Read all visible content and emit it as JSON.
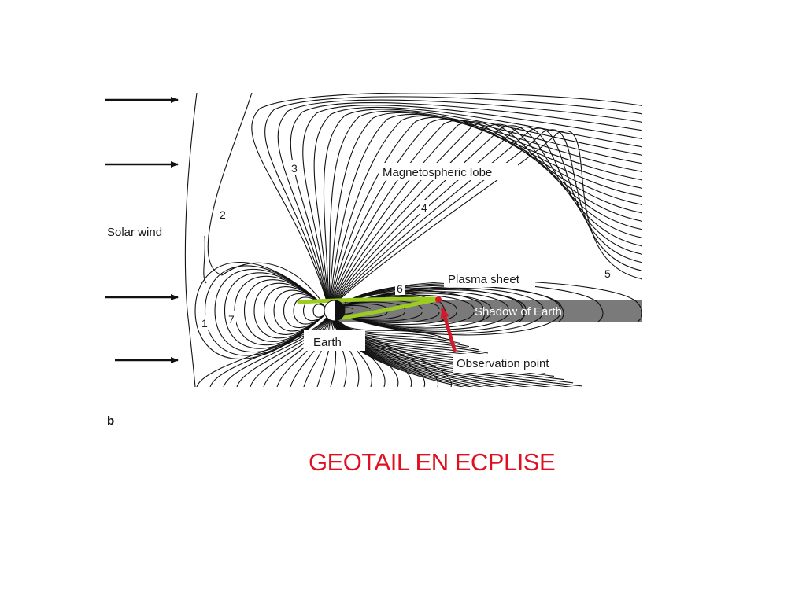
{
  "diagram": {
    "labels": {
      "solar_wind": "Solar wind",
      "magnetospheric_lobe": "Magnetospheric lobe",
      "plasma_sheet": "Plasma sheet",
      "shadow_of_earth": "Shadow of Earth",
      "earth": "Earth",
      "observation_point": "Observation point",
      "panel_letter": "b"
    },
    "field_line_numbers": [
      "1",
      "2",
      "3",
      "4",
      "5",
      "6",
      "7"
    ],
    "colors": {
      "lines": "#111111",
      "shadow_band": "#7a7a7a",
      "orbit": "#9ccc1f",
      "observation_arrow": "#d2192b",
      "caption": "#e01020"
    }
  },
  "caption": "GEOTAIL EN ECPLISE"
}
